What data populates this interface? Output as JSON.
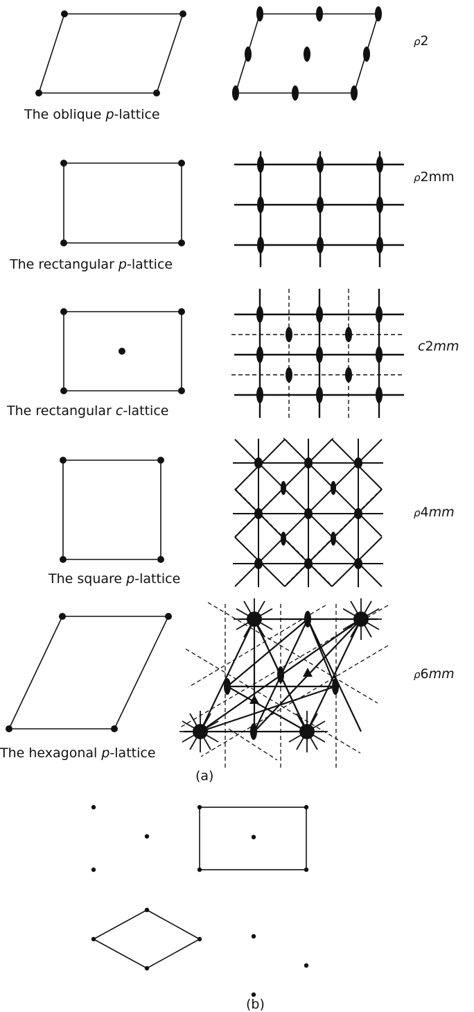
{
  "panel_a": {
    "rows": [
      {
        "caption_pre": "The oblique ",
        "caption_var": "p",
        "caption_post": "-lattice",
        "symbol_pre": "ρ",
        "symbol_num": "2",
        "symbol_post": ""
      },
      {
        "caption_pre": "The rectangular ",
        "caption_var": "p",
        "caption_post": "-lattice",
        "symbol_pre": "ρ",
        "symbol_num": "2mm",
        "symbol_post": ""
      },
      {
        "caption_pre": "The rectangular ",
        "caption_var": "c",
        "caption_post": "-lattice",
        "symbol_pre": "c",
        "symbol_num": "2",
        "symbol_post": "mm"
      },
      {
        "caption_pre": "The square ",
        "caption_var": "p",
        "caption_post": "-lattice",
        "symbol_pre": "ρ",
        "symbol_num": "4",
        "symbol_post": "mm"
      },
      {
        "caption_pre": "The hexagonal ",
        "caption_var": "p",
        "caption_post": "-lattice",
        "symbol_pre": "ρ",
        "symbol_num": "6",
        "symbol_post": "mm"
      }
    ],
    "label": "(a)"
  },
  "panel_b": {
    "label": "(b)"
  },
  "colors": {
    "ink": "#111111",
    "paper": "#ffffff"
  }
}
